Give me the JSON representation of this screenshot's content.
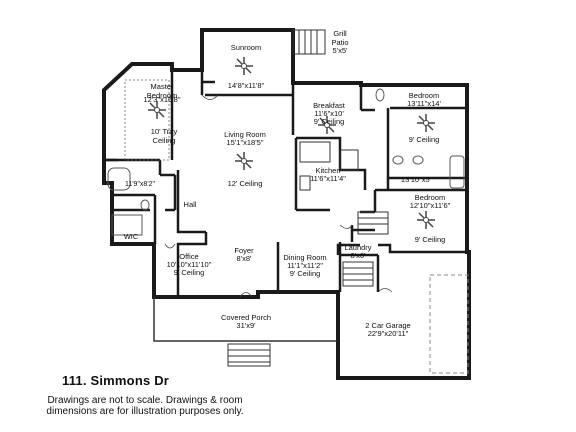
{
  "rooms": {
    "grill_patio": {
      "name": "Grill\nPatio",
      "dims": "5'x5'"
    },
    "sunroom": {
      "name": "Sunroom",
      "dims": "14'8\"x11'8\""
    },
    "master_bedroom": {
      "name": "Master\nBedroom",
      "dims": "12'3\"x16'8\"",
      "ceiling": "10' Tray\nCeiling"
    },
    "breakfast": {
      "name": "Breakfast",
      "dims": "11'6\"x10'",
      "ceiling": "9' Ceiling"
    },
    "bedroom_1": {
      "name": "Bedroom",
      "dims": "13'11\"x14'",
      "ceiling": "9' Ceiling"
    },
    "living_room": {
      "name": "Living Room",
      "dims": "15'1\"x18'5\"",
      "ceiling": "12' Ceiling"
    },
    "kitchen": {
      "name": "Kitchen",
      "dims": "11'6\"x11'4\""
    },
    "bath_1": {
      "dims": "13'10\"x5'"
    },
    "master_bath": {
      "dims": "11'9\"x8'2\""
    },
    "hall": {
      "name": "Hall"
    },
    "bedroom_2": {
      "name": "Bedroom",
      "dims": "12'10\"x11'6\"",
      "ceiling": "9' Ceiling"
    },
    "wic": {
      "name": "WIC"
    },
    "office": {
      "name": "Office",
      "dims": "10'10\"x11'10\"",
      "ceiling": "9' Ceiling"
    },
    "foyer": {
      "name": "Foyer",
      "dims": "8'x8'"
    },
    "dining_room": {
      "name": "Dining Room",
      "dims": "11'1\"x11'2\"",
      "ceiling": "9' Ceiling"
    },
    "laundry": {
      "name": "Laundry",
      "dims": "8'x6'"
    },
    "covered_porch": {
      "name": "Covered Porch",
      "dims": "31'x9'"
    },
    "garage": {
      "name": "2 Car Garage",
      "dims": "22'9\"x20'11\""
    }
  },
  "address": "111. Simmons Dr",
  "disclaimer": "Drawings are not to scale. Drawings & room\ndimensions are for illustration purposes only.",
  "icons": [
    "ceiling-fan-icon",
    "toilet-icon",
    "sink-icon",
    "bathtub-icon",
    "stairs-icon",
    "range-icon"
  ],
  "colors": {
    "wall": "#1a1a1a",
    "fixture": "#555555",
    "garage_door": "#888888"
  }
}
